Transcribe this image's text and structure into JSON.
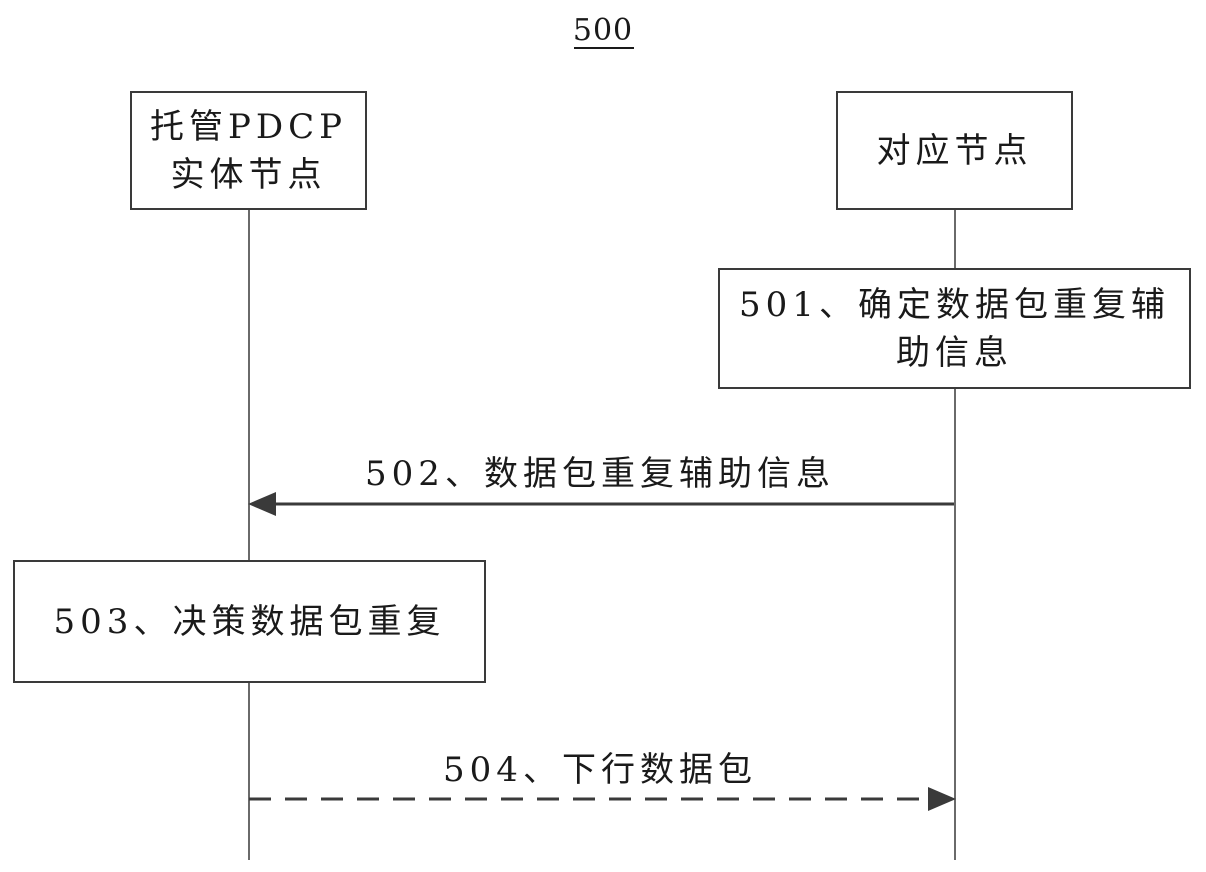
{
  "figure_number": "500",
  "participants": [
    {
      "id": "anchor",
      "label_lines": [
        "托管PDCP",
        "实体节点"
      ]
    },
    {
      "id": "peer",
      "label_lines": [
        "对应节点"
      ]
    }
  ],
  "steps": [
    {
      "id": "501",
      "kind": "action",
      "owner": "peer",
      "label_lines": [
        "501、确定数据包重复辅",
        "助信息"
      ]
    },
    {
      "id": "502",
      "kind": "message",
      "from": "peer",
      "to": "anchor",
      "style": "solid",
      "label": "502、数据包重复辅助信息"
    },
    {
      "id": "503",
      "kind": "action",
      "owner": "anchor",
      "label_lines": [
        "503、决策数据包重复"
      ]
    },
    {
      "id": "504",
      "kind": "message",
      "from": "anchor",
      "to": "peer",
      "style": "dashed",
      "label": "504、下行数据包"
    }
  ],
  "colors": {
    "line": "#3a3a3a",
    "lifeline": "#6a6a6a",
    "text": "#1a1a1a"
  }
}
